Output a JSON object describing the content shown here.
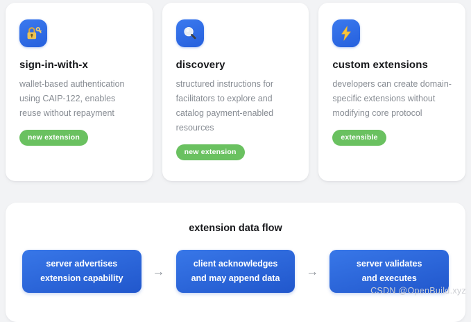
{
  "cards": [
    {
      "icon": "lock-key-icon",
      "title": "sign-in-with-x",
      "description": "wallet-based authentication using CAIP-122, enables reuse without repayment",
      "badge": "new extension"
    },
    {
      "icon": "magnifier-icon",
      "title": "discovery",
      "description": "structured instructions for facilitators to explore and catalog payment-enabled resources",
      "badge": "new extension"
    },
    {
      "icon": "lightning-icon",
      "title": "custom extensions",
      "description": "developers can create domain-specific extensions without modifying core protocol",
      "badge": "extensible"
    }
  ],
  "flow": {
    "title": "extension data flow",
    "arrow": "→",
    "steps": [
      {
        "line1": "server advertises",
        "line2": "extension capability"
      },
      {
        "line1": "client acknowledges",
        "line2": "and may append data"
      },
      {
        "line1": "server validates",
        "line2": "and executes"
      }
    ]
  },
  "watermark": "CSDN @OpenBuild.xyz",
  "colors": {
    "page_background": "#f2f3f5",
    "card_background": "#ffffff",
    "icon_tile_blue": "#2f6ce6",
    "badge_green": "#6ac160",
    "flow_box_blue_top": "#3877e8",
    "flow_box_blue_bottom": "#2157cc",
    "title_text": "#17181b",
    "description_text": "#878c93",
    "arrow_gray": "#8e939b",
    "watermark_gray": "#ccced3"
  }
}
